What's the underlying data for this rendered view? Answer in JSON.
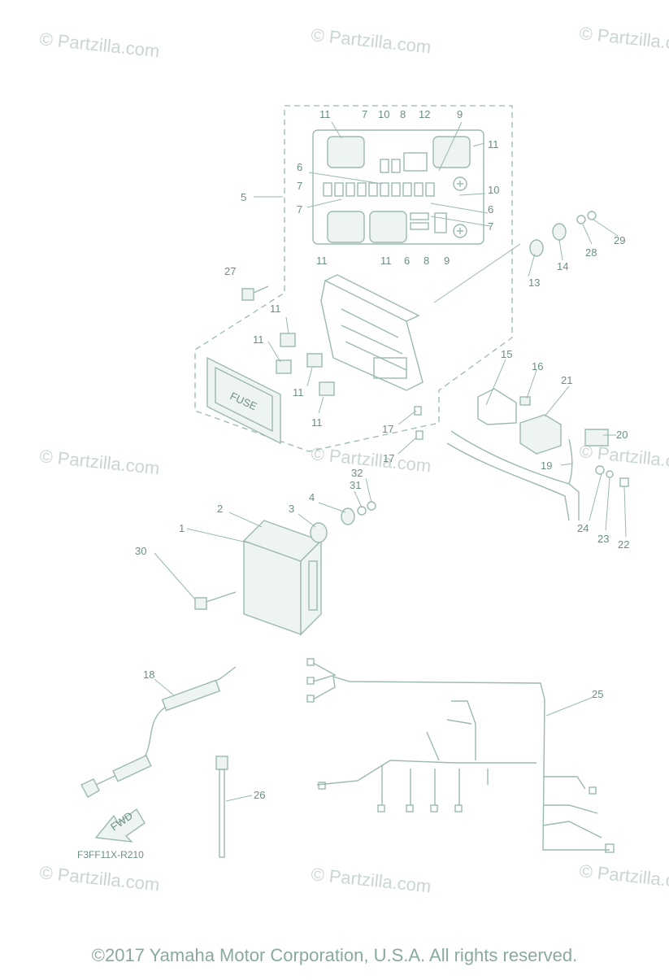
{
  "watermark_text": "© Partzilla.com",
  "copyright": "©2017 Yamaha Motor Corporation, U.S.A. All rights reserved.",
  "diagram_code": "F3FF11X-R210",
  "fwd_label": "FWD",
  "fuse_label": "FUSE",
  "callouts": [
    "11",
    "7",
    "10",
    "8",
    "12",
    "9",
    "11",
    "6",
    "7",
    "7",
    "10",
    "6",
    "7",
    "11",
    "11",
    "6",
    "8",
    "9",
    "5",
    "27",
    "13",
    "14",
    "28",
    "29",
    "11",
    "11",
    "11",
    "11",
    "15",
    "16",
    "21",
    "20",
    "17",
    "17",
    "19",
    "32",
    "31",
    "4",
    "3",
    "2",
    "1",
    "30",
    "24",
    "23",
    "22",
    "18",
    "25",
    "26"
  ]
}
